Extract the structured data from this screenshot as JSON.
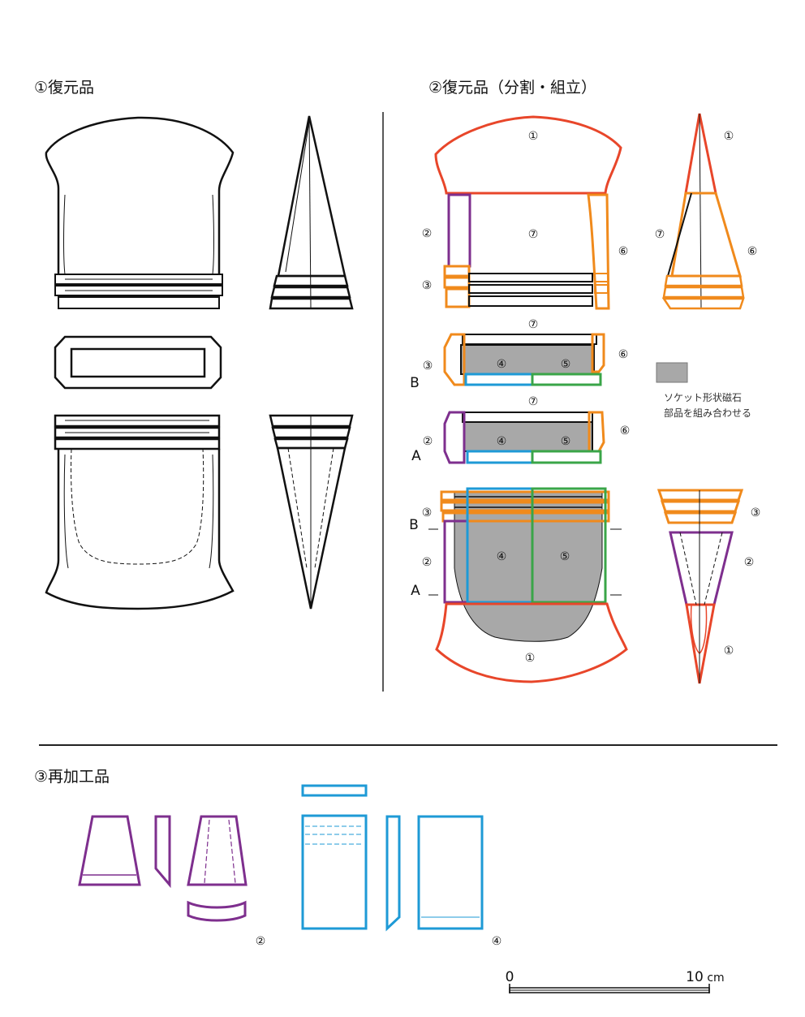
{
  "sections": {
    "restored": "①復元品",
    "restored_split": "②復元品（分割・組立）",
    "reworked": "③再加工品"
  },
  "part_labels": {
    "p1": "①",
    "p2": "②",
    "p3": "③",
    "p4": "④",
    "p5": "⑤",
    "p6": "⑥",
    "p7": "⑦"
  },
  "letters": {
    "a": "A",
    "b": "B"
  },
  "legend": {
    "line1": "ソケット形状磁石",
    "line2": "部品を組み合わせる",
    "swatch_color": "#a8a8a8"
  },
  "scale_bar": {
    "start": "0",
    "end": "10",
    "unit": "cm"
  },
  "colors": {
    "part1": "#e8462a",
    "part2": "#7e2f8e",
    "part3": "#f08a1c",
    "part4": "#1e9ad6",
    "part5": "#3aa548",
    "part6": "#f08a1c",
    "outline": "#111111",
    "magnet": "#a8a8a8"
  }
}
